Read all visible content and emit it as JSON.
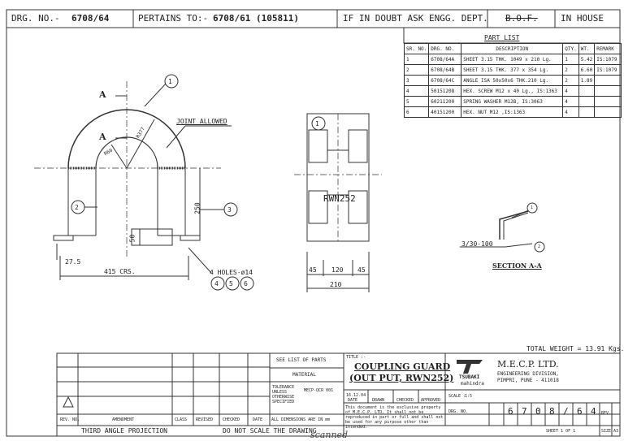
{
  "header": {
    "drg_no_label": "DRG. NO.-",
    "drg_no": "6708/64",
    "pertains_label": "PERTAINS TO:-",
    "pertains_value": "6708/61 (105811)",
    "doubt_note": "IF IN DOUBT ASK ENGG. DEPT.",
    "bof": "B.O.F.",
    "in_house": "IN HOUSE"
  },
  "part_list": {
    "title": "PART LIST",
    "headers": [
      "SR. NO.",
      "DRG. NO.",
      "DESCRIPTION",
      "QTY.",
      "WT.",
      "REMARK"
    ],
    "rows": [
      {
        "sr": "1",
        "drg": "6708/64A",
        "desc": "SHEET 3.15 THK. 1049 x 210 Lg.",
        "qty": "1",
        "wt": "5.42",
        "remark": "IS:1079"
      },
      {
        "sr": "2",
        "drg": "6708/64B",
        "desc": "SHEET 3.15 THK. 377 x 354 Lg.",
        "qty": "2",
        "wt": "6.60",
        "remark": "IS:1079"
      },
      {
        "sr": "3",
        "drg": "6708/64C",
        "desc": "ANGLE ISA 50x50x6 THK.210 Lg.",
        "qty": "2",
        "wt": "1.89",
        "remark": ""
      },
      {
        "sr": "4",
        "drg": "50151208",
        "desc": "HEX. SCREW M12 x 40 Lg., IS:1363",
        "qty": "4",
        "wt": "",
        "remark": ""
      },
      {
        "sr": "5",
        "drg": "60211200",
        "desc": "SPRING WASHER M12B, IS:3063",
        "qty": "4",
        "wt": "",
        "remark": ""
      },
      {
        "sr": "6",
        "drg": "40151200",
        "desc": "HEX. NUT M12 ,IS:1363",
        "qty": "4",
        "wt": "",
        "remark": ""
      }
    ]
  },
  "front_view": {
    "section_mark": "A",
    "joint_note": "JOINT ALLOWED",
    "r_inner": "R60",
    "r_outer": "R377",
    "dim_250": "250",
    "dim_50": "50",
    "dim_27_5": "27.5",
    "dim_crs": "415 CRS.",
    "holes": "4 HOLES-ø14",
    "balloons": [
      "1",
      "2",
      "3",
      "4",
      "5",
      "6"
    ]
  },
  "side_view": {
    "label": "RWN252",
    "balloon": "1",
    "dim_45_left": "45",
    "dim_120": "120",
    "dim_45_right": "45",
    "dim_210": "210"
  },
  "section_view": {
    "weld_note": "3/30-100",
    "title": "SECTION A-A",
    "balloons": [
      "1",
      "2"
    ]
  },
  "total_weight": "TOTAL WEIGHT = 13.91 Kgs.",
  "title_block": {
    "see_list": "SEE LIST OF PARTS",
    "material": "MATERIAL",
    "tolerance": "TOLERANCE UNLESS OTHERWISE SPECIFIED",
    "tolerance_value": "MECP-QCR 001",
    "title_label": "TITLE :-",
    "title_line1": "COUPLING GUARD",
    "title_line2": "(OUT PUT, RWN252)",
    "date": "16.12.04",
    "date_label": "DATE",
    "drawn": "DRAWN",
    "checked": "CHECKED",
    "approved": "APPROVED",
    "company": "M.E.C.P. LTD.",
    "division": "ENGINEERING DIVISION,",
    "address": "PIMPRI, PUNE - 411018",
    "brand": "TSUBAKI",
    "brand_sub": "mahindra",
    "scale_label": "SCALE :",
    "scale": "1:5",
    "drg_no_label": "DRG. NO.",
    "digits": [
      "6",
      "7",
      "0",
      "8",
      "/",
      "6",
      "4"
    ],
    "rev": "REV.",
    "rev_no": "REV. NO.",
    "amendment": "AMENDMENT",
    "class": "CLASS",
    "revised": "REVISED",
    "checked_col": "CHECKED",
    "date_col": "DATE",
    "all_dims": "ALL DIMENSIONS ARE IN mm",
    "notice": "This document is the exclusive property of M.E.C.P. LTD. It shall not be reproduced in part or full and shall not be used for any purpose other than intended.",
    "third_angle": "THIRD ANGLE PROJECTION",
    "do_not_scale": "DO NOT SCALE THE DRAWING",
    "sheet": "SHEET 1 OF 1",
    "size": "SIZE",
    "size_value": "A3"
  },
  "stamp": "scanned"
}
